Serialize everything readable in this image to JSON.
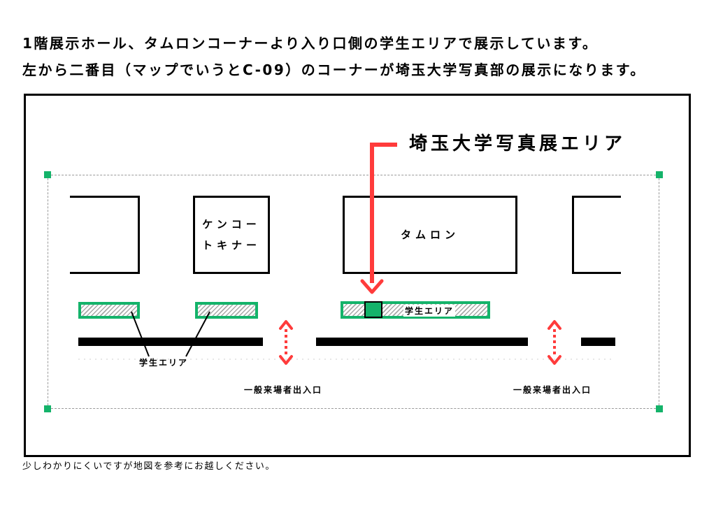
{
  "header": {
    "line1": "1階展示ホール、タムロンコーナーより入り口側の学生エリアで展示しています。",
    "line2": "左から二番目（マップでいうとC-09）のコーナーが埼玉大学写真部の展示になります。"
  },
  "map": {
    "callout_title": "埼玉大学写真展エリア",
    "booths": {
      "kenko": {
        "line1": "ケンコー",
        "line2": "トキナー"
      },
      "tamron": "タムロン"
    },
    "student_area_label": "学生エリア",
    "student_area_inline_label": "学生エリア",
    "entrances": [
      "一般来場者出入口",
      "一般来場者出入口"
    ]
  },
  "footer": "少しわかりにくいですが地図を参考にお越しください。",
  "colors": {
    "accent_green": "#14b36a",
    "arrow_red": "#ff3b3b",
    "ink": "#000000"
  }
}
